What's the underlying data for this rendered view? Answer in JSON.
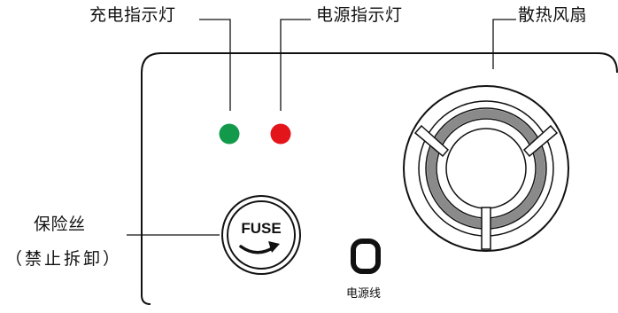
{
  "labels": {
    "charge_indicator": "充电指示灯",
    "power_indicator": "电源指示灯",
    "cooling_fan": "散热风扇",
    "fuse": "保险丝",
    "fuse_note": "（禁止拆卸）",
    "power_cord": "电源线",
    "fuse_cap_text": "FUSE"
  },
  "colors": {
    "charge_led": "#129a4a",
    "power_led": "#e3151b",
    "outline": "#111111",
    "fan_ring": "#8a8a8a"
  },
  "icons": {
    "fuse_arrow": "curved-arrow-right-icon"
  }
}
